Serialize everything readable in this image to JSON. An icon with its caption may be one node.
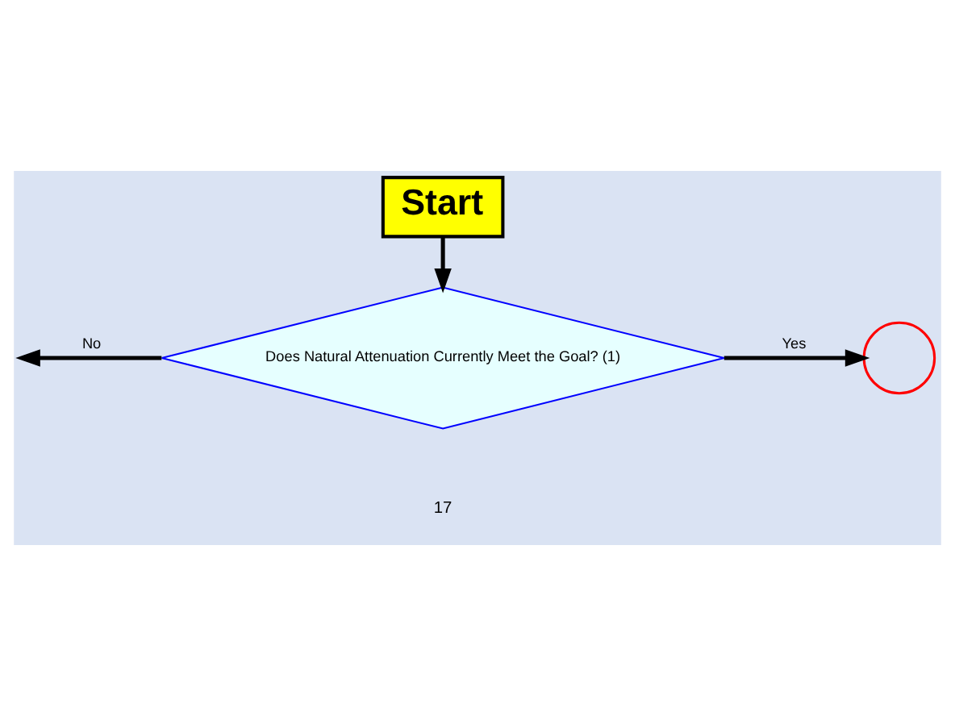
{
  "diagram": {
    "nodes": [
      {
        "text": [
          "Start"
        ]
      },
      {
        "text": [
          "Does Natural Attenuation Currently Meet the Goal? (1)"
        ]
      },
      {
        "text": [],
        "shape": "circle"
      }
    ],
    "edges": [
      {
        "from": 0,
        "to": 1,
        "arrow": "to"
      },
      {
        "from": 1,
        "to": null,
        "arrow": "to",
        "label": "No"
      },
      {
        "from": 1,
        "to": 2,
        "arrow": "to",
        "label": "Yes"
      }
    ],
    "labels": [
      "17"
    ]
  }
}
